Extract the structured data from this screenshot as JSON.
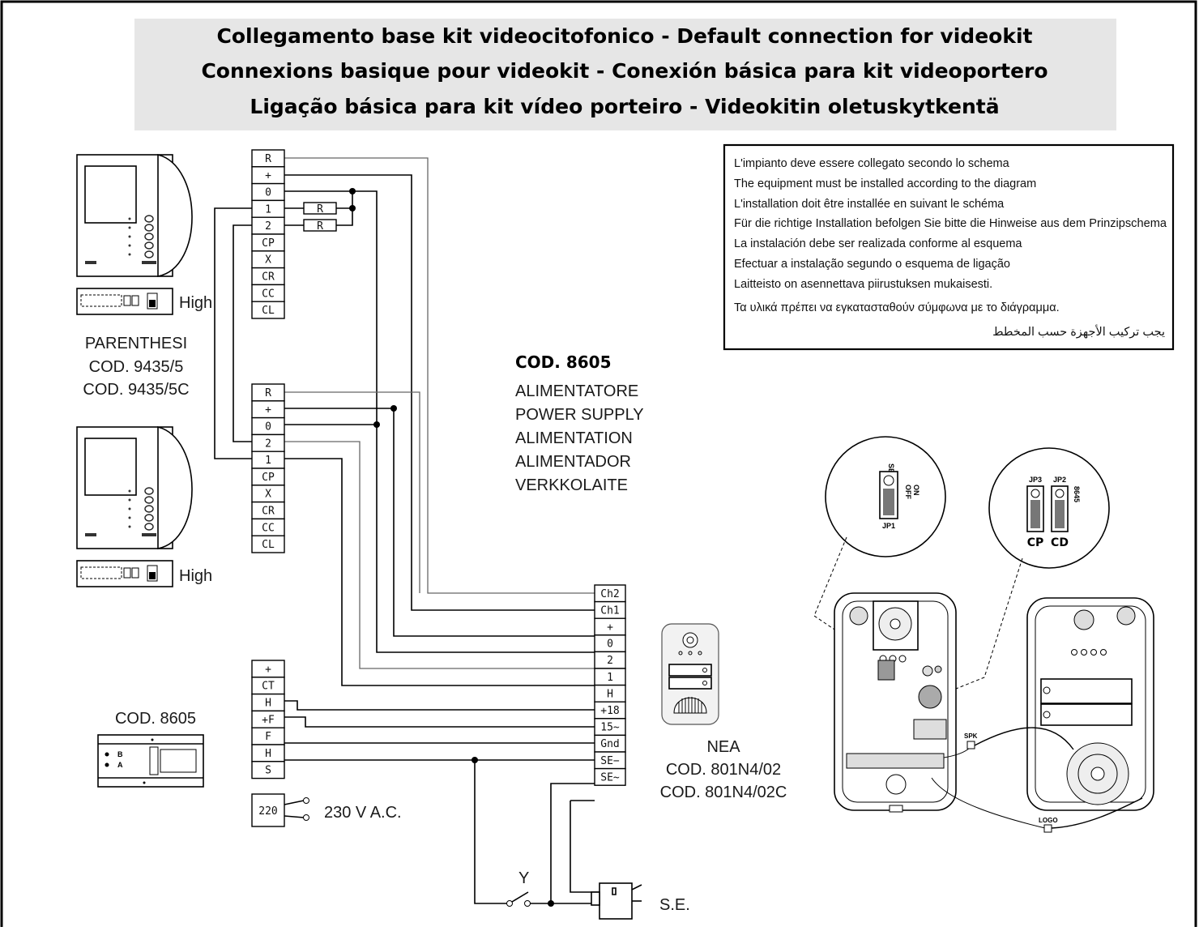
{
  "title": {
    "line1": "Collegamento base kit videocitofonico - Default connection for videokit",
    "line2": "Connexions basique pour videokit - Conexión básica para kit videoportero",
    "line3": "Ligação básica para kit vídeo porteiro - Videokitin oletuskytkentä"
  },
  "notes": [
    "L'impianto deve essere collegato secondo lo schema",
    "The equipment must be installed according to the diagram",
    "L'installation doit être installée en suivant  le schéma",
    "Für die richtige Installation befolgen Sie bitte die Hinweise aus dem Prinzipschema",
    "La instalación debe ser realizada conforme al esquema",
    "Efectuar a instalação segundo o esquema de ligação",
    "Laitteisto on asennettava piirustuksen mukaisesti.",
    "Τα υλικά πρέπει να εγκατασταθούν σύμφωνα με το διάγραμμα.",
    "يجب تركيب الأجهزة حسب المخطط"
  ],
  "monitor": {
    "switch_label": "High",
    "name": "PARENTHESI",
    "code1": "COD. 9435/5",
    "code2": "COD. 9435/5C"
  },
  "power_supply": {
    "code": "COD. 8605",
    "names": [
      "ALIMENTATORE",
      "POWER SUPPLY",
      "ALIMENTATION",
      "ALIMENTADOR",
      "VERKKOLAITE"
    ],
    "device_code": "COD. 8605",
    "device_marks": [
      "B",
      "A"
    ],
    "mains": "230 V A.C."
  },
  "terminals": {
    "monitor1": [
      "R",
      "+",
      "0",
      "1",
      "2",
      "CP",
      "X",
      "CR",
      "CC",
      "CL"
    ],
    "monitor2": [
      "R",
      "+",
      "0",
      "2",
      "1",
      "CP",
      "X",
      "CR",
      "CC",
      "CL"
    ],
    "resistor": "R",
    "psu": [
      "+",
      "CT",
      "H",
      "+F",
      "F",
      "H",
      "S"
    ],
    "psu_in": "220",
    "panel": [
      "Ch2",
      "Ch1",
      "+",
      "0",
      "2",
      "1",
      "H",
      "+18",
      "15~",
      "Gnd",
      "SE−",
      "SE~"
    ]
  },
  "panel": {
    "name": "NEA",
    "code1": "COD. 801N4/02",
    "code2": "COD. 801N4/02C"
  },
  "lock": {
    "switch_label": "Y",
    "label": "S.E."
  },
  "board": {
    "jp1_title": "SE",
    "jp1_marks": [
      "OFF",
      "ON"
    ],
    "jp1_label": "JP1",
    "jp_labels": [
      "JP3",
      "JP2"
    ],
    "jp_bottom": [
      "CP",
      "CD"
    ],
    "jp2_mark": "8645",
    "spk": "SPK",
    "logo": "LOGO"
  }
}
